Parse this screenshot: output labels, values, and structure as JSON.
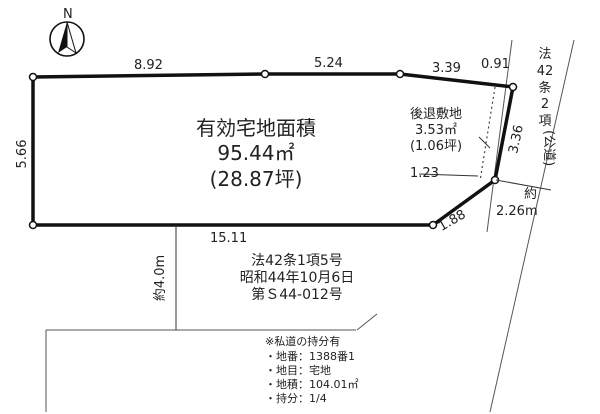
{
  "compass": {
    "north_label": "N"
  },
  "lot": {
    "area_label": "有効宅地面積",
    "area_sqm": "95.44㎡",
    "area_tsubo": "(28.87坪)",
    "setback_label": "後退敷地",
    "setback_sqm": "3.53㎡",
    "setback_tsubo": "(1.06坪)"
  },
  "dimensions": {
    "top_left": "8.92",
    "top_mid": "5.24",
    "top_right": "3.39",
    "top_setback": "0.91",
    "left": "5.66",
    "bottom": "15.11",
    "corner_diag": "1.88",
    "inner_setback": "1.23",
    "right_side": "3.36",
    "road_width_approx": "約",
    "road_width": "2.26m",
    "access_width": "約4.0m"
  },
  "public_road": {
    "chars": [
      "法",
      "42",
      "条",
      "2",
      "項",
      "(公道)"
    ]
  },
  "private_road": {
    "line1": "法42条1項5号",
    "line2": "昭和44年10月6日",
    "line3": "第Ｓ44-012号"
  },
  "ownership_note": {
    "title": "※私道の持分有",
    "items": [
      "・地番：1388番1",
      "・地目：宅地",
      "・地積：104.01㎡",
      "・持分：1/4"
    ]
  }
}
